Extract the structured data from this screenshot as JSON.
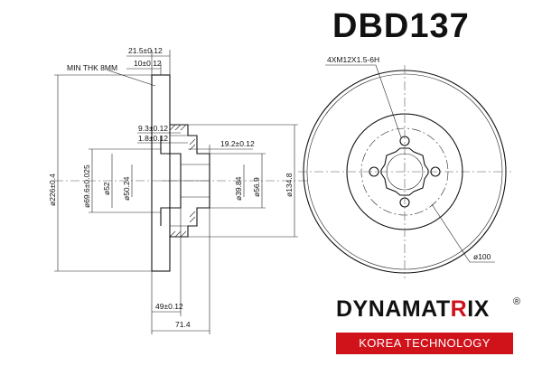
{
  "part_code": "DBD137",
  "annotations": {
    "min_thickness": "MIN THK 8MM",
    "width_total": "21.5±0.12",
    "hat_thickness": "10±0.12",
    "lip_upper": "9.3±0.12",
    "lip_lower": "1.8±0.12",
    "hub_depth": "19.2±0.12",
    "outer_diameter": "ø226±0.4",
    "center_bore": "ø69.6±0.025",
    "pilot_bore": "ø52",
    "bore_a": "ø50.24",
    "bore_b": "ø39.84",
    "bore_c": "ø56.9",
    "hat_diameter": "ø134.8",
    "offset_depth": "49±0.12",
    "overall_height": "71.4",
    "bolt_holes": "4XM12X1.5-6H",
    "pcd": "ø100"
  },
  "brand": {
    "name_left": "DYNAMAT",
    "name_x": "R",
    "name_right": "IX",
    "registered": "®",
    "tagline": "KOREA TECHNOLOGY",
    "accent_color": "#d0121b"
  }
}
